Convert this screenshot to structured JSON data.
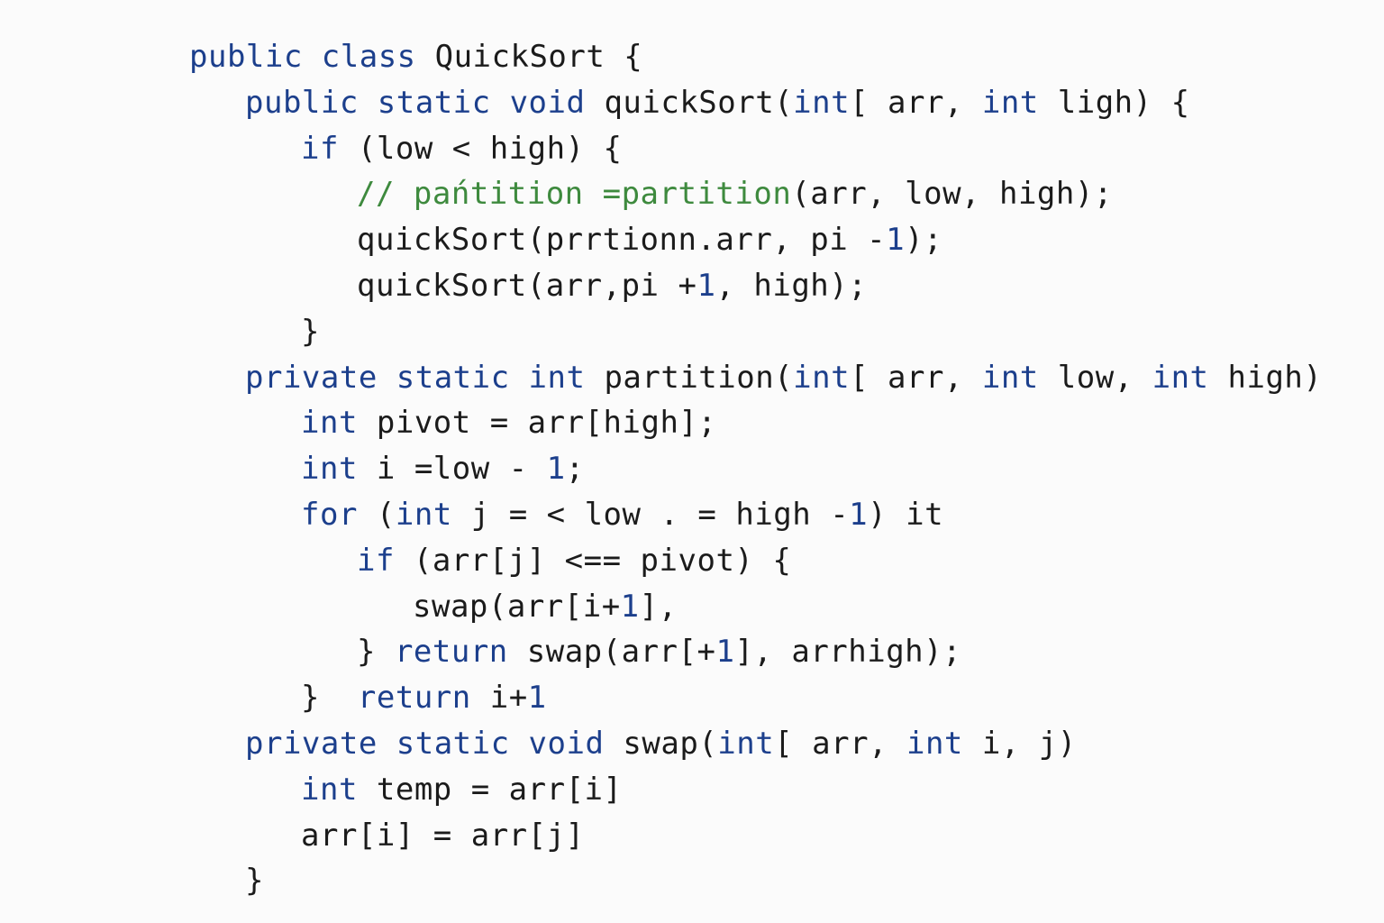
{
  "editor": {
    "theme": {
      "background": "#fbfbfb",
      "text": "#1b1b1b",
      "keyword": "#1c3f8c",
      "number": "#1c3f8c",
      "comment": "#3e8a3e"
    },
    "lines": [
      {
        "indent": 0,
        "tokens": [
          {
            "t": "kw",
            "s": "public class"
          },
          {
            "t": "id",
            "s": " QuickSort {"
          }
        ]
      },
      {
        "indent": 1,
        "tokens": [
          {
            "t": "kw",
            "s": "public static void"
          },
          {
            "t": "id",
            "s": " quickSort("
          },
          {
            "t": "kw",
            "s": "int"
          },
          {
            "t": "id",
            "s": "[ arr, "
          },
          {
            "t": "kw",
            "s": "int"
          },
          {
            "t": "id",
            "s": " ligh) {"
          }
        ]
      },
      {
        "indent": 2,
        "tokens": [
          {
            "t": "kw",
            "s": "if"
          },
          {
            "t": "id",
            "s": " (low < high) {"
          }
        ]
      },
      {
        "indent": 3,
        "tokens": [
          {
            "t": "cm",
            "s": "// pańtition =partition"
          },
          {
            "t": "id",
            "s": "(arr, low, high);"
          }
        ]
      },
      {
        "indent": 3,
        "tokens": [
          {
            "t": "id",
            "s": "quickSort(prrtionn.arr, pi -"
          },
          {
            "t": "num",
            "s": "1"
          },
          {
            "t": "id",
            "s": ");"
          }
        ]
      },
      {
        "indent": 3,
        "tokens": [
          {
            "t": "id",
            "s": "quickSort(arr,pi +"
          },
          {
            "t": "num",
            "s": "1"
          },
          {
            "t": "id",
            "s": ", high);"
          }
        ]
      },
      {
        "indent": 2,
        "tokens": [
          {
            "t": "id",
            "s": "}"
          }
        ]
      },
      {
        "indent": 1,
        "tokens": [
          {
            "t": "kw",
            "s": "private static int"
          },
          {
            "t": "id",
            "s": " partition("
          },
          {
            "t": "kw",
            "s": "int"
          },
          {
            "t": "id",
            "s": "[ arr, "
          },
          {
            "t": "kw",
            "s": "int"
          },
          {
            "t": "id",
            "s": " low, "
          },
          {
            "t": "kw",
            "s": "int"
          },
          {
            "t": "id",
            "s": " high)"
          }
        ]
      },
      {
        "indent": 2,
        "tokens": [
          {
            "t": "kw",
            "s": "int"
          },
          {
            "t": "id",
            "s": " pivot = arr[high];"
          }
        ]
      },
      {
        "indent": 2,
        "tokens": [
          {
            "t": "kw",
            "s": "int"
          },
          {
            "t": "id",
            "s": " i =low - "
          },
          {
            "t": "num",
            "s": "1"
          },
          {
            "t": "id",
            "s": ";"
          }
        ]
      },
      {
        "indent": 2,
        "tokens": [
          {
            "t": "kw",
            "s": "for"
          },
          {
            "t": "id",
            "s": " ("
          },
          {
            "t": "kw",
            "s": "int"
          },
          {
            "t": "id",
            "s": " j = < low . = high -"
          },
          {
            "t": "num",
            "s": "1"
          },
          {
            "t": "id",
            "s": ") it"
          }
        ]
      },
      {
        "indent": 3,
        "tokens": [
          {
            "t": "kw",
            "s": "if"
          },
          {
            "t": "id",
            "s": " (arr[j] <== pivot) {"
          }
        ]
      },
      {
        "indent": 4,
        "tokens": [
          {
            "t": "id",
            "s": "swap(arr[i+"
          },
          {
            "t": "num",
            "s": "1"
          },
          {
            "t": "id",
            "s": "],"
          }
        ]
      },
      {
        "indent": 3,
        "tokens": [
          {
            "t": "id",
            "s": "} "
          },
          {
            "t": "kw",
            "s": "return"
          },
          {
            "t": "id",
            "s": " swap(arr[+"
          },
          {
            "t": "num",
            "s": "1"
          },
          {
            "t": "id",
            "s": "], arrhigh);"
          }
        ]
      },
      {
        "indent": 2,
        "tokens": [
          {
            "t": "id",
            "s": "}  "
          },
          {
            "t": "kw",
            "s": "return"
          },
          {
            "t": "id",
            "s": " i+"
          },
          {
            "t": "num",
            "s": "1"
          }
        ]
      },
      {
        "indent": 1,
        "tokens": [
          {
            "t": "kw",
            "s": "private static void"
          },
          {
            "t": "id",
            "s": " swap("
          },
          {
            "t": "kw",
            "s": "int"
          },
          {
            "t": "id",
            "s": "[ arr, "
          },
          {
            "t": "kw",
            "s": "int"
          },
          {
            "t": "id",
            "s": " i, j)"
          }
        ]
      },
      {
        "indent": 2,
        "tokens": [
          {
            "t": "kw",
            "s": "int"
          },
          {
            "t": "id",
            "s": " temp = arr[i]"
          }
        ]
      },
      {
        "indent": 2,
        "tokens": [
          {
            "t": "id",
            "s": "arr[i] = arr[j]"
          }
        ]
      },
      {
        "indent": 1,
        "tokens": [
          {
            "t": "id",
            "s": "}"
          }
        ]
      }
    ]
  }
}
